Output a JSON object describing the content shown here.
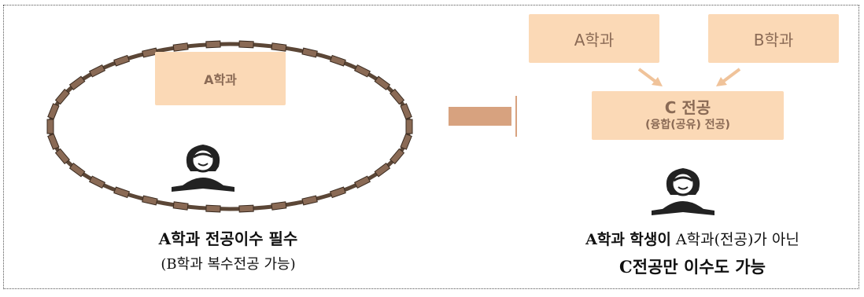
{
  "left": {
    "dept_label": "A학과",
    "caption_line1": "A학과 전공이수 필수",
    "caption_line2": "(B학과 복수전공 가능)"
  },
  "right": {
    "dept_a_label": "A학과",
    "dept_b_label": "B학과",
    "major_title": "C 전공",
    "major_subtitle": "(융합(공유) 전공)",
    "caption_bold_part": "A학과 학생이",
    "caption_rest": " A학과(전공)가 아닌",
    "caption_line2": "C전공만 이수도 가능"
  },
  "colors": {
    "box_fill": "#fbd9b6",
    "box_text": "#8a6a55",
    "fence": "#5b4636",
    "arrow": "#d7a27f"
  },
  "icons": [
    "fence-ring-icon",
    "student-reading-icon",
    "arrow-right-icon",
    "arrow-down-right-icon",
    "arrow-down-left-icon"
  ]
}
